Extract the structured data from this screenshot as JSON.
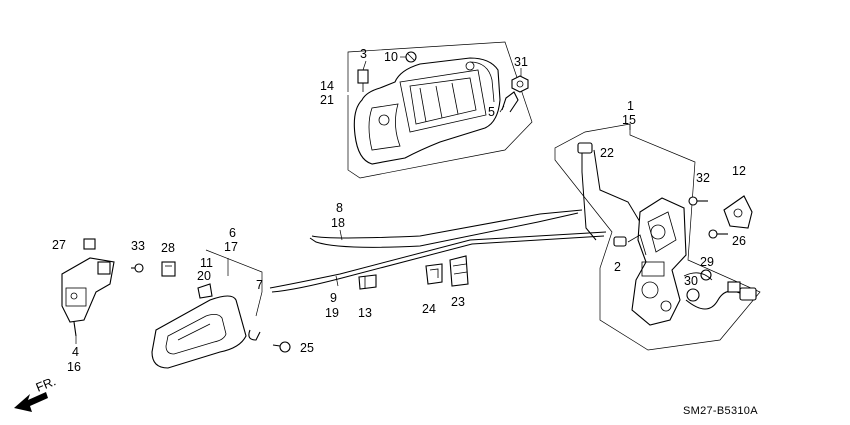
{
  "diagram_code": "SM27-B5310A",
  "front_arrow": "FR.",
  "callouts": {
    "p1": "1",
    "p15": "15",
    "p22": "22",
    "p32": "32",
    "p12": "12",
    "p26": "26",
    "p2": "2",
    "p29": "29",
    "p30": "30",
    "p3": "3",
    "p10": "10",
    "p31": "31",
    "p14": "14",
    "p21": "21",
    "p5": "5",
    "p8": "8",
    "p18": "18",
    "p9": "9",
    "p19": "19",
    "p6": "6",
    "p17": "17",
    "p11": "11",
    "p20": "20",
    "p7": "7",
    "p25": "25",
    "p27": "27",
    "p33": "33",
    "p28": "28",
    "p4": "4",
    "p16": "16",
    "p13": "13",
    "p24": "24",
    "p23": "23"
  }
}
